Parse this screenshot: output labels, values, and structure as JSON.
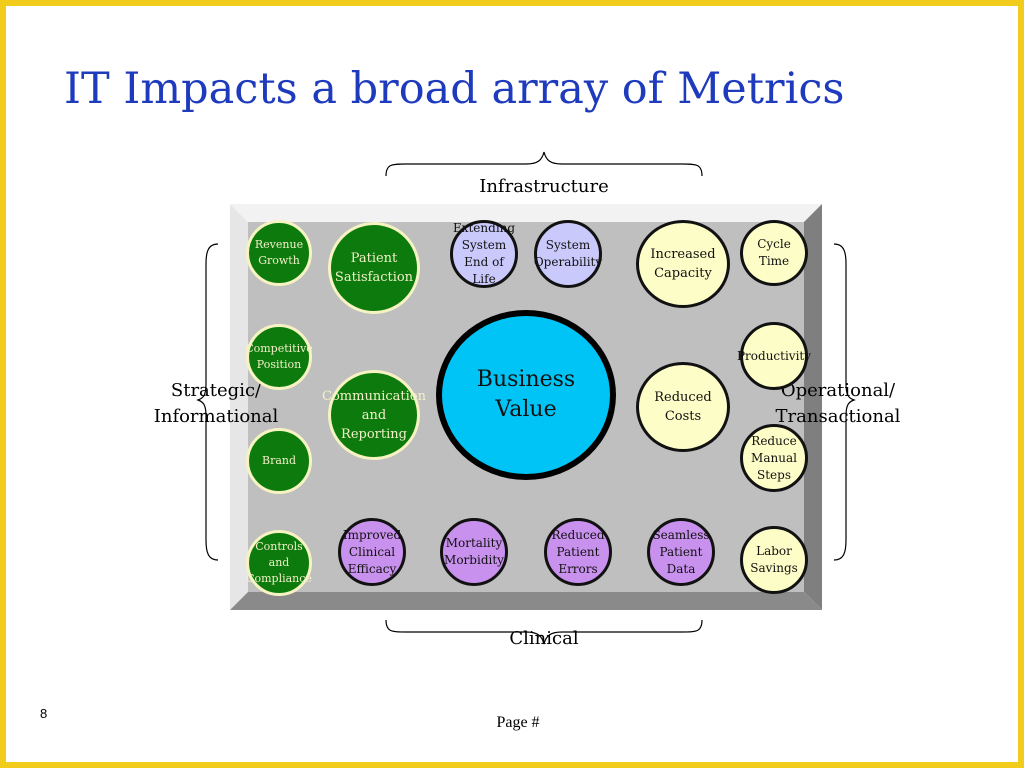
{
  "title": "IT Impacts a broad array of Metrics",
  "braces": {
    "top": "Infrastructure",
    "bottom": "Clinical",
    "left": [
      "Strategic/",
      "Informational"
    ],
    "right": [
      "Operational/",
      "Transactional"
    ]
  },
  "center": {
    "label": "Business\nValue",
    "color": "#00c4f5"
  },
  "strategic_circles": [
    {
      "label": "Revenue\nGrowth"
    },
    {
      "label": "Patient\nSatisfaction"
    },
    {
      "label": "Competitive\nPosition"
    },
    {
      "label": "Communication\nand\nReporting"
    },
    {
      "label": "Brand"
    },
    {
      "label": "Controls\nand\nCompliance"
    }
  ],
  "infrastructure_circles": [
    {
      "label": "Extending\nSystem\nEnd of Life"
    },
    {
      "label": "System\nOperability"
    }
  ],
  "operational_circles": [
    {
      "label": "Increased\nCapacity"
    },
    {
      "label": "Cycle\nTime"
    },
    {
      "label": "Productivity"
    },
    {
      "label": "Reduced\nCosts"
    },
    {
      "label": "Reduce\nManual\nSteps"
    },
    {
      "label": "Labor\nSavings"
    }
  ],
  "clinical_circles": [
    {
      "label": "Improved\nClinical\nEfficacy"
    },
    {
      "label": "Mortality\nMorbidity"
    },
    {
      "label": "Reduced\nPatient\nErrors"
    },
    {
      "label": "Seamless\nPatient\nData"
    }
  ],
  "colors": {
    "title": "#1f3bbd",
    "slide_border": "#f2cc1c",
    "strategic": "#0d7a0d",
    "infrastructure": "#c9c9fb",
    "operational": "#fdfdc8",
    "clinical": "#c991ee"
  },
  "footer": {
    "page_number": "8",
    "page_label": "Page #"
  }
}
